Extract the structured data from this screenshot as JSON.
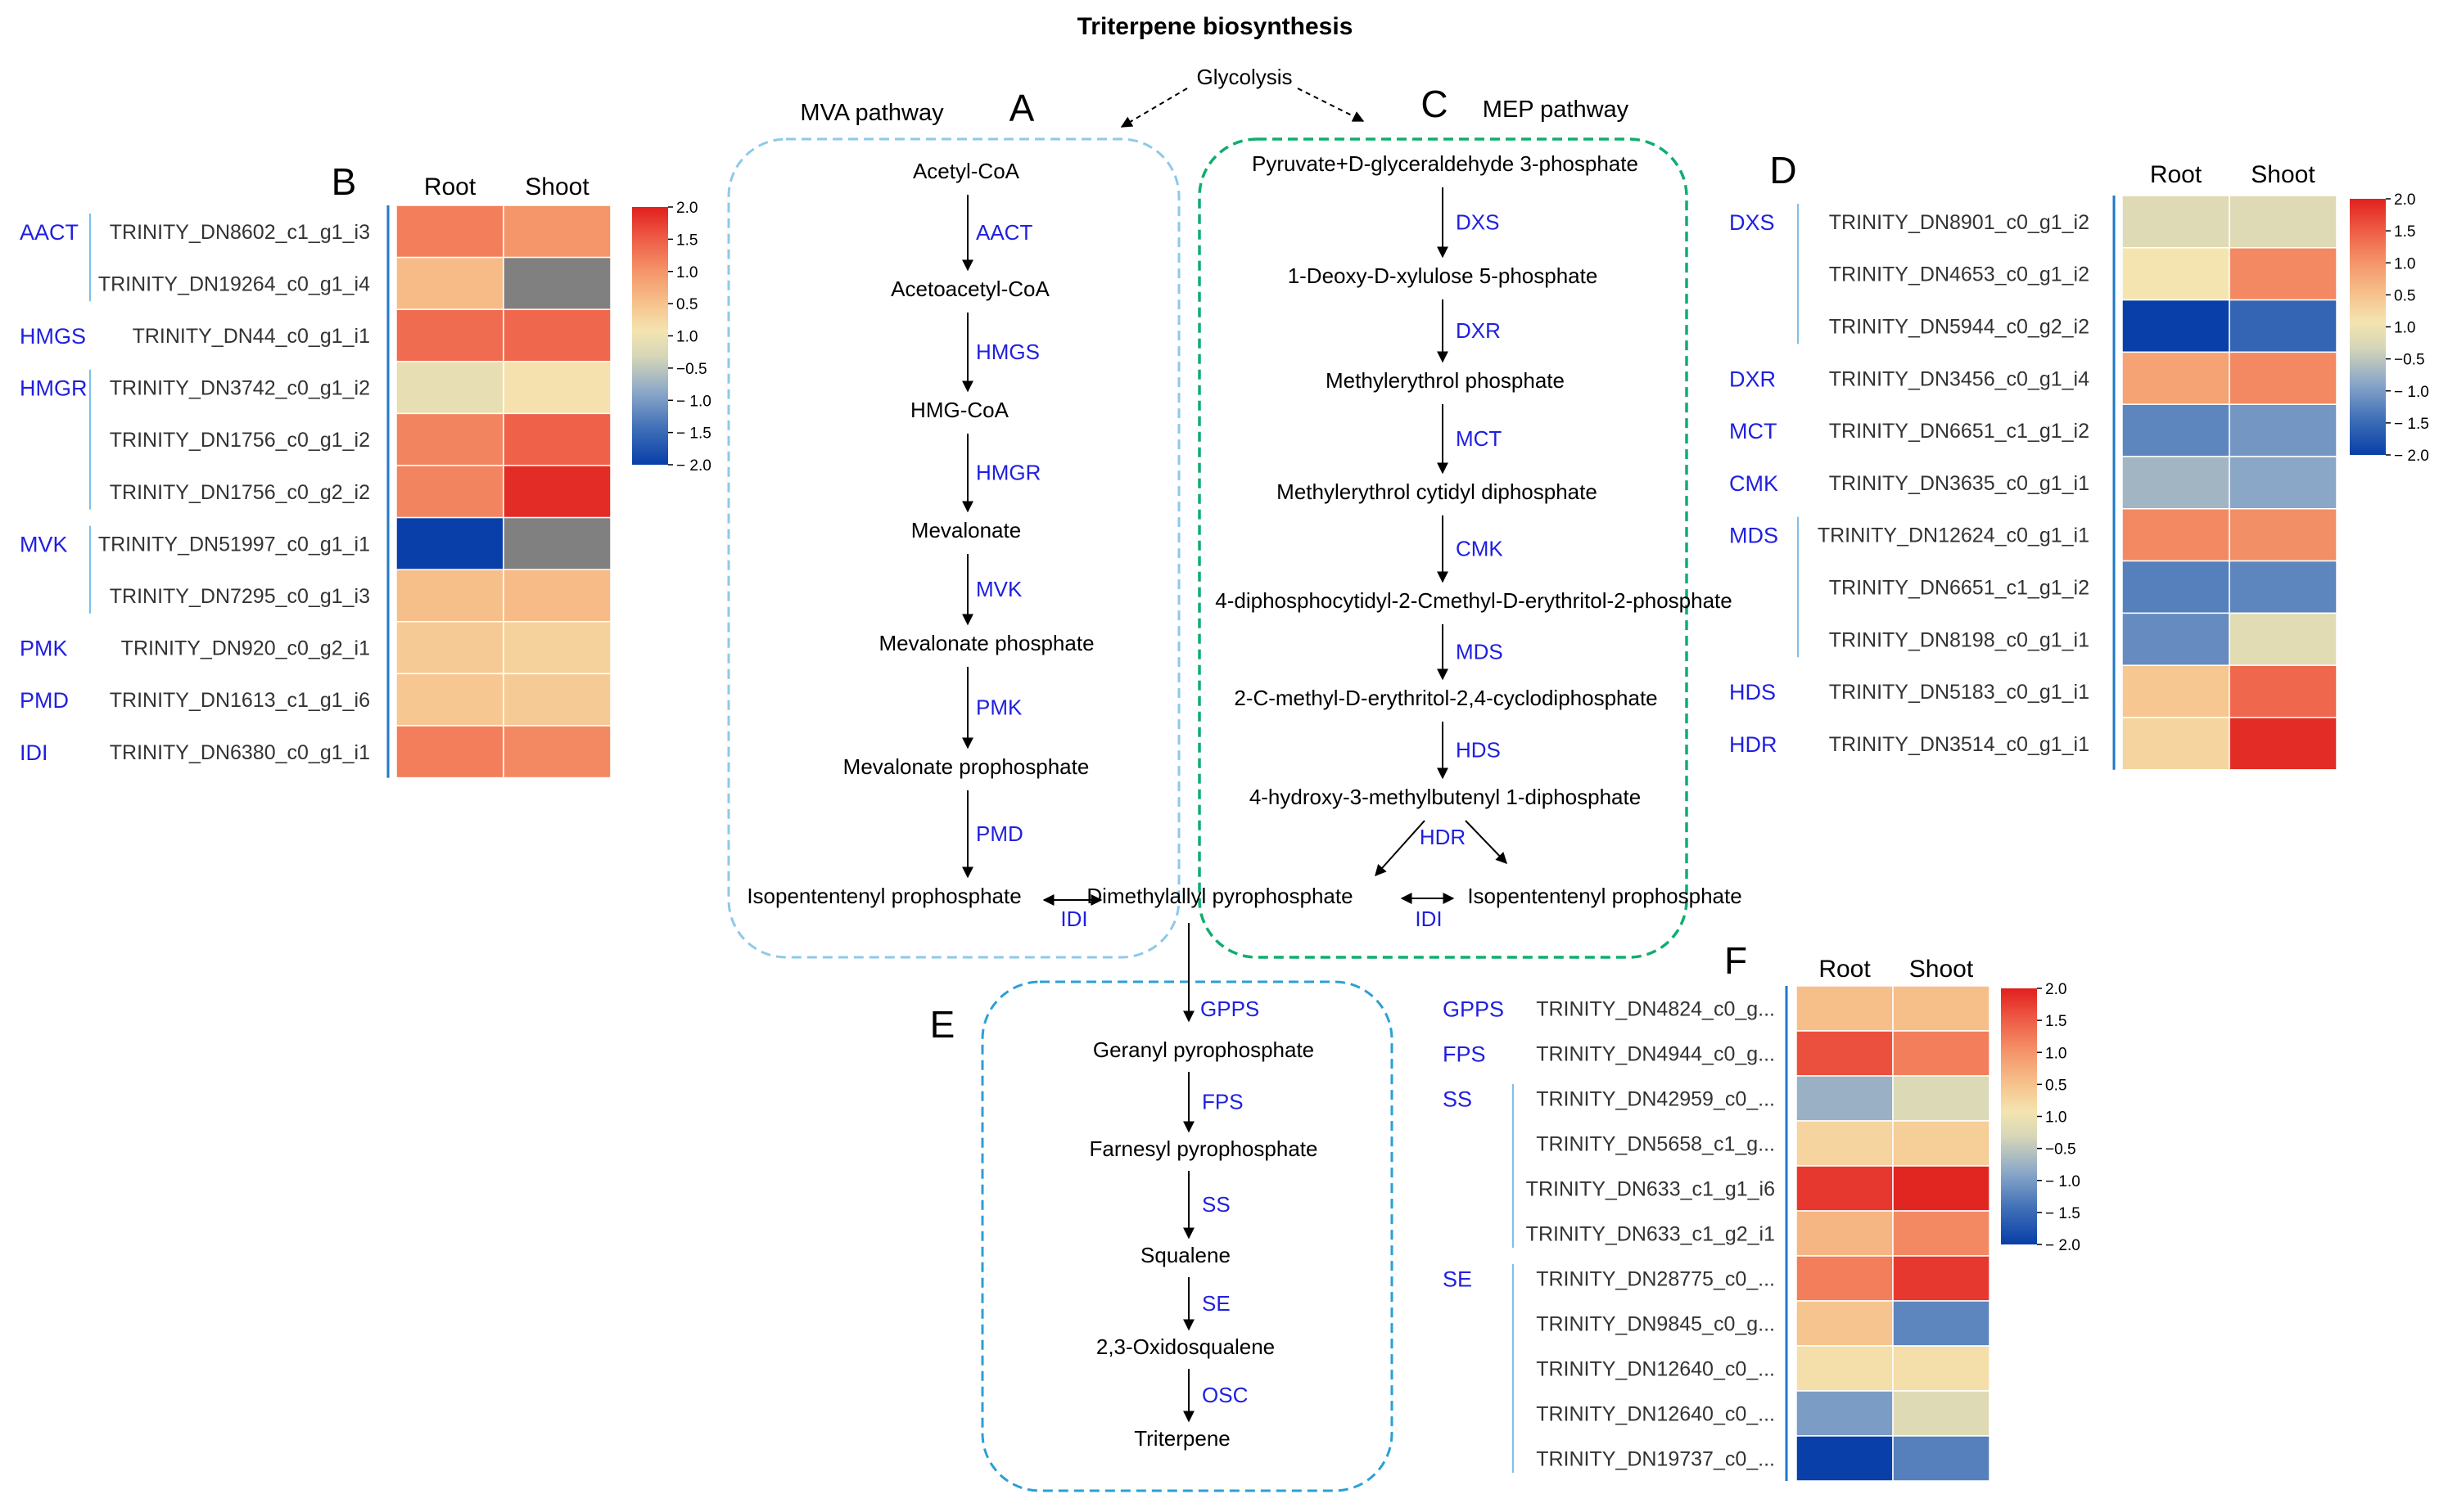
{
  "title": "Triterpene biosynthesis",
  "colors": {
    "enzyme": "#1f1fe0",
    "node": "#000000",
    "gene": "#333333",
    "mva_box": "#8ec9ea",
    "mep_box": "#0fae6e",
    "e_box": "#2c9fd6",
    "bracket": "#1f78c8",
    "heat_stops": [
      "#083fa8",
      "#3f6fb7",
      "#8aa7c8",
      "#d6d6b8",
      "#f4e4b0",
      "#f6c48e",
      "#f4956a",
      "#ee5b45",
      "#e0201e"
    ]
  },
  "panels": {
    "A": {
      "letter": "A",
      "label": "MVA pathway"
    },
    "B": {
      "letter": "B"
    },
    "C": {
      "letter": "C",
      "label": "MEP pathway"
    },
    "D": {
      "letter": "D"
    },
    "E": {
      "letter": "E"
    },
    "F": {
      "letter": "F"
    }
  },
  "glycolysis": "Glycolysis",
  "mva": {
    "nodes": [
      "Acetyl-CoA",
      "Acetoacetyl-CoA",
      "HMG-CoA",
      "Mevalonate",
      "Mevalonate phosphate",
      "Mevalonate prophosphate",
      "Isopententenyl prophosphate"
    ],
    "enzymes": [
      "AACT",
      "HMGS",
      "HMGR",
      "MVK",
      "PMK",
      "PMD"
    ]
  },
  "mep": {
    "nodes": [
      "Pyruvate+D-glyceraldehyde 3-phosphate",
      "1-Deoxy-D-xylulose 5-phosphate",
      "Methylerythrol phosphate",
      "Methylerythrol cytidyl diphosphate",
      "4-diphosphocytidyl-2-Cmethyl-D-erythritol-2-phosphate",
      "2-C-methyl-D-erythritol-2,4-cyclodiphosphate",
      "4-hydroxy-3-methylbutenyl 1-diphosphate",
      "Isopententenyl prophosphate"
    ],
    "enzymes": [
      "DXS",
      "DXR",
      "MCT",
      "CMK",
      "MDS",
      "HDS"
    ],
    "branch_enzyme": "HDR"
  },
  "junction": {
    "node": "Dimethylallyl pyrophosphate",
    "idi_left": "IDI",
    "idi_right": "IDI"
  },
  "e_path": {
    "enzymes": [
      "GPPS",
      "FPS",
      "SS",
      "SE",
      "OSC"
    ],
    "nodes": [
      "Geranyl pyrophosphate",
      "Farnesyl pyrophosphate",
      "Squalene",
      "2,3-Oxidosqualene",
      "Triterpene"
    ]
  },
  "heatmaps": {
    "B": {
      "columns": [
        "Root",
        "Shoot"
      ],
      "colorbar_ticks": [
        "2.0",
        "1.5",
        "1.0",
        "0.5",
        "1.0",
        "−0.5",
        "− 1.0",
        "− 1.5",
        "− 2.0"
      ],
      "groups": [
        {
          "name": "AACT",
          "start": 0,
          "end": 1
        },
        {
          "name": "HMGS",
          "start": 2,
          "end": 2
        },
        {
          "name": "HMGR",
          "start": 3,
          "end": 5
        },
        {
          "name": "MVK",
          "start": 6,
          "end": 7
        },
        {
          "name": "PMK",
          "start": 8,
          "end": 8
        },
        {
          "name": "PMD",
          "start": 9,
          "end": 9
        },
        {
          "name": "IDI",
          "start": 10,
          "end": 10
        }
      ],
      "rows": [
        {
          "gene": "TRINITY_DN8602_c1_g1_i3",
          "values": [
            1.2,
            1.0
          ]
        },
        {
          "gene": "TRINITY_DN19264_c0_g1_i4",
          "values": [
            0.6,
            null
          ]
        },
        {
          "gene": "TRINITY_DN44_c0_g1_i1",
          "values": [
            1.35,
            1.4
          ]
        },
        {
          "gene": "TRINITY_DN3742_c0_g1_i2",
          "values": [
            -0.2,
            0.05
          ]
        },
        {
          "gene": "TRINITY_DN1756_c0_g1_i2",
          "values": [
            1.15,
            1.45
          ]
        },
        {
          "gene": "TRINITY_DN1756_c0_g2_i2",
          "values": [
            1.15,
            1.9
          ]
        },
        {
          "gene": "TRINITY_DN51997_c0_g1_i1",
          "values": [
            -2.0,
            null
          ]
        },
        {
          "gene": "TRINITY_DN7295_c0_g1_i3",
          "values": [
            0.55,
            0.6
          ]
        },
        {
          "gene": "TRINITY_DN920_c0_g2_i1",
          "values": [
            0.4,
            0.3
          ]
        },
        {
          "gene": "TRINITY_DN1613_c1_g1_i6",
          "values": [
            0.45,
            0.4
          ]
        },
        {
          "gene": "TRINITY_DN6380_c0_g1_i1",
          "values": [
            1.2,
            1.1
          ]
        }
      ]
    },
    "D": {
      "columns": [
        "Root",
        "Shoot"
      ],
      "colorbar_ticks": [
        "2.0",
        "1.5",
        "1.0",
        "0.5",
        "1.0",
        "−0.5",
        "− 1.0",
        "− 1.5",
        "− 2.0"
      ],
      "groups": [
        {
          "name": "DXS",
          "start": 0,
          "end": 2
        },
        {
          "name": "DXR",
          "start": 3,
          "end": 3
        },
        {
          "name": "MCT",
          "start": 4,
          "end": 4
        },
        {
          "name": "CMK",
          "start": 5,
          "end": 5
        },
        {
          "name": "MDS",
          "start": 6,
          "end": 8
        },
        {
          "name": "HDS",
          "start": 9,
          "end": 9
        },
        {
          "name": "HDR",
          "start": 10,
          "end": 10
        }
      ],
      "rows": [
        {
          "gene": "TRINITY_DN8901_c0_g1_i2",
          "values": [
            -0.35,
            -0.35
          ]
        },
        {
          "gene": "TRINITY_DN4653_c0_g1_i2",
          "values": [
            0.0,
            1.1
          ]
        },
        {
          "gene": "TRINITY_DN5944_c0_g2_i2",
          "values": [
            -2.0,
            -1.6
          ]
        },
        {
          "gene": "TRINITY_DN3456_c0_g1_i4",
          "values": [
            0.85,
            1.1
          ]
        },
        {
          "gene": "TRINITY_DN6651_c1_g1_i2",
          "values": [
            -1.3,
            -1.15
          ]
        },
        {
          "gene": "TRINITY_DN3635_c0_g1_i1",
          "values": [
            -0.85,
            -1.0
          ]
        },
        {
          "gene": "TRINITY_DN12624_c0_g1_i1",
          "values": [
            1.1,
            1.05
          ]
        },
        {
          "gene": "TRINITY_DN6651_c1_g1_i2",
          "values": [
            -1.35,
            -1.3
          ]
        },
        {
          "gene": "TRINITY_DN8198_c0_g1_i1",
          "values": [
            -1.25,
            -0.3
          ]
        },
        {
          "gene": "TRINITY_DN5183_c0_g1_i1",
          "values": [
            0.45,
            1.4
          ]
        },
        {
          "gene": "TRINITY_DN3514_c0_g1_i1",
          "values": [
            0.25,
            1.9
          ]
        }
      ]
    },
    "F": {
      "columns": [
        "Root",
        "Shoot"
      ],
      "colorbar_ticks": [
        "2.0",
        "1.5",
        "1.0",
        "0.5",
        "1.0",
        "−0.5",
        "− 1.0",
        "− 1.5",
        "− 2.0"
      ],
      "groups": [
        {
          "name": "GPPS",
          "start": 0,
          "end": 0
        },
        {
          "name": "FPS",
          "start": 1,
          "end": 1
        },
        {
          "name": "SS",
          "start": 2,
          "end": 5
        },
        {
          "name": "SE",
          "start": 6,
          "end": 10
        }
      ],
      "rows": [
        {
          "gene": "TRINITY_DN4824_c0_g...",
          "values": [
            0.55,
            0.55
          ]
        },
        {
          "gene": "TRINITY_DN4944_c0_g...",
          "values": [
            1.6,
            1.2
          ]
        },
        {
          "gene": "TRINITY_DN42959_c0_...",
          "values": [
            -0.9,
            -0.4
          ]
        },
        {
          "gene": "TRINITY_DN5658_c1_g...",
          "values": [
            0.25,
            0.35
          ]
        },
        {
          "gene": "TRINITY_DN633_c1_g1_i6",
          "values": [
            1.8,
            1.95
          ]
        },
        {
          "gene": "TRINITY_DN633_c1_g2_i1",
          "values": [
            0.65,
            1.1
          ]
        },
        {
          "gene": "TRINITY_DN28775_c0_...",
          "values": [
            1.2,
            1.8
          ]
        },
        {
          "gene": "TRINITY_DN9845_c0_g...",
          "values": [
            0.5,
            -1.3
          ]
        },
        {
          "gene": "TRINITY_DN12640_c0_...",
          "values": [
            0.1,
            0.1
          ]
        },
        {
          "gene": "TRINITY_DN12640_c0_...",
          "values": [
            -1.1,
            -0.35
          ]
        },
        {
          "gene": "TRINITY_DN19737_c0_...",
          "values": [
            -2.0,
            -1.35
          ]
        }
      ]
    }
  }
}
